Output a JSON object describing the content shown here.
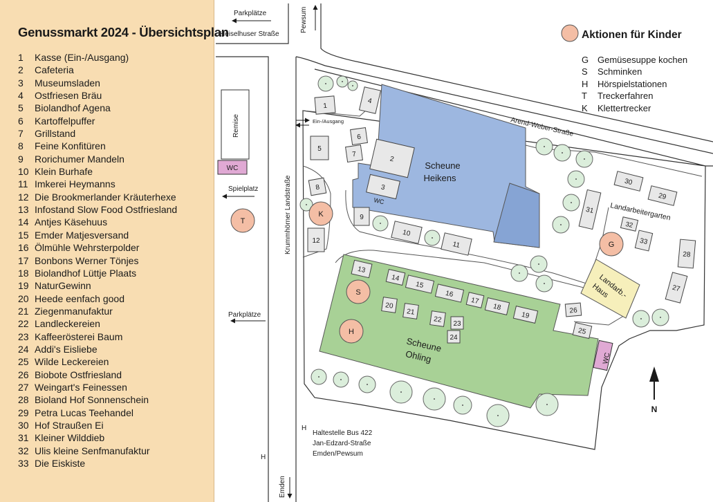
{
  "sidebar": {
    "title": "Genussmarkt 2024 - Übersichtsplan",
    "stands": [
      {
        "num": "1",
        "name": "Kasse (Ein-/Ausgang)"
      },
      {
        "num": "2",
        "name": "Cafeteria"
      },
      {
        "num": "3",
        "name": "Museumsladen"
      },
      {
        "num": "4",
        "name": "Ostfriesen Bräu"
      },
      {
        "num": "5",
        "name": "Biolandhof Agena"
      },
      {
        "num": "6",
        "name": "Kartoffelpuffer"
      },
      {
        "num": "7",
        "name": "Grillstand"
      },
      {
        "num": "8",
        "name": "Feine Konfitüren"
      },
      {
        "num": "9",
        "name": "Rorichumer Mandeln"
      },
      {
        "num": "10",
        "name": "Klein Burhafe"
      },
      {
        "num": "11",
        "name": "Imkerei Heymanns"
      },
      {
        "num": "12",
        "name": "Die Brookmerlander Kräuterhexe"
      },
      {
        "num": "13",
        "name": "Infostand Slow Food Ostfriesland"
      },
      {
        "num": "14",
        "name": "Antjes Käsehuus"
      },
      {
        "num": "15",
        "name": "Emder Matjesversand"
      },
      {
        "num": "16",
        "name": "Ölmühle Wehrsterpolder"
      },
      {
        "num": "17",
        "name": "Bonbons Werner Tönjes"
      },
      {
        "num": "18",
        "name": "Biolandhof Lüttje Plaats"
      },
      {
        "num": "19",
        "name": "NaturGewinn"
      },
      {
        "num": "20",
        "name": "Heede eenfach good"
      },
      {
        "num": "21",
        "name": "Ziegenmanufaktur"
      },
      {
        "num": "22",
        "name": "Landleckereien"
      },
      {
        "num": "23",
        "name": "Kaffeerösterei Baum"
      },
      {
        "num": "24",
        "name": "Addi's Eisliebe"
      },
      {
        "num": "25",
        "name": "Wilde Leckereien"
      },
      {
        "num": "26",
        "name": "Biobote Ostfriesland"
      },
      {
        "num": "27",
        "name": "Weingart's Feinessen"
      },
      {
        "num": "28",
        "name": "Bioland Hof Sonnenschein"
      },
      {
        "num": "29",
        "name": "Petra Lucas Teehandel"
      },
      {
        "num": "30",
        "name": "Hof Straußen Ei"
      },
      {
        "num": "31",
        "name": "Kleiner Wilddieb"
      },
      {
        "num": "32",
        "name": "Ulis kleine Senfmanufaktur"
      },
      {
        "num": "33",
        "name": "Die Eiskiste"
      }
    ]
  },
  "map": {
    "colors": {
      "sidebar_bg": "#f8ddb2",
      "barn_heikens": "#9db7e0",
      "barn_ohling": "#a8d196",
      "kids_marker": "#f4bea5",
      "wc": "#e0a9d4",
      "landarbeiterhaus": "#f6efbb",
      "stand": "#e8e8e8",
      "tree": "#dbeedb"
    },
    "labels": {
      "parkplaetze_top": "Parkplätze",
      "parkplaetze_mid": "Parkplätze",
      "heiselhuser": "Heiselhuser Straße",
      "pewsum": "Pewsum",
      "emden": "Emden",
      "krummhoerner": "Krummhörner Landstraße",
      "arend_weber": "Arend-Weber-Straße",
      "remise": "Remise",
      "spielplatz": "Spielplatz",
      "ein_ausgang": "Ein-/Ausgang",
      "scheune_heikens": [
        "Scheune",
        "Heikens"
      ],
      "scheune_ohling": [
        "Scheune",
        "Ohling"
      ],
      "landarbeitergarten": "Landarbeitergarten",
      "landarb_haus": [
        "Landarb.-",
        "Haus"
      ],
      "wc": "WC",
      "compass": "N",
      "bus_stop_marker": "H",
      "bus_stop": [
        "Haltestelle Bus 422",
        "Jan-Edzard-Straße",
        "Emden/Pewsum"
      ]
    },
    "kids": {
      "title": "Aktionen für Kinder",
      "items": [
        {
          "code": "G",
          "label": "Gemüsesuppe kochen"
        },
        {
          "code": "S",
          "label": "Schminken"
        },
        {
          "code": "H",
          "label": "Hörspielstationen"
        },
        {
          "code": "T",
          "label": "Treckerfahren"
        },
        {
          "code": "K",
          "label": "Klettertrecker"
        }
      ]
    }
  }
}
